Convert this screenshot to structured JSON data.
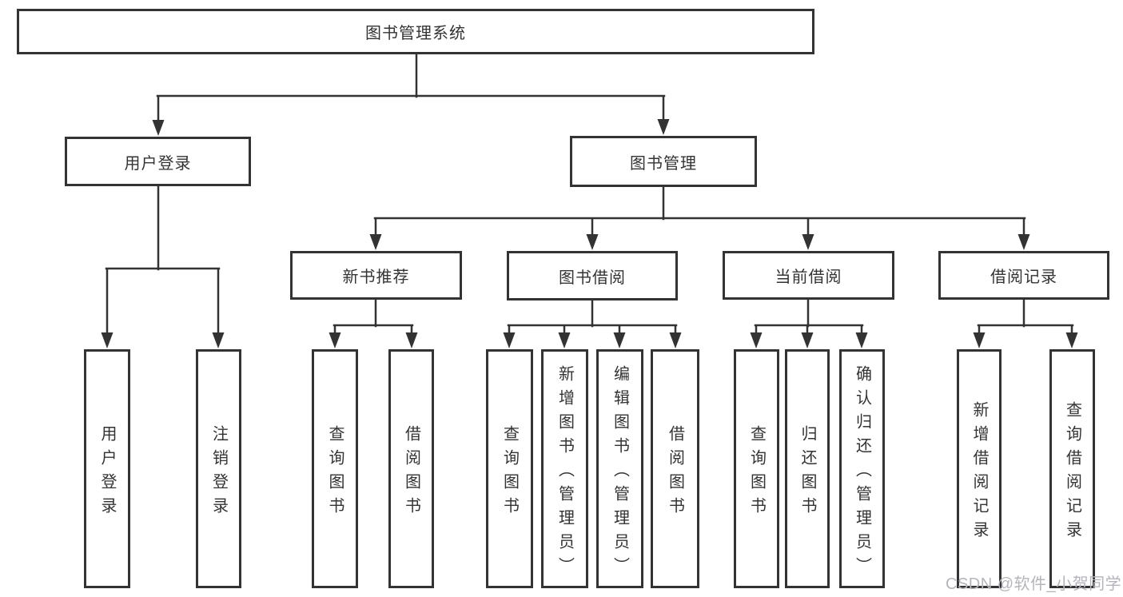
{
  "diagram": {
    "nodes": {
      "root": "图书管理系统",
      "user_login": "用户登录",
      "book_mgmt": "图书管理",
      "new_books": "新书推荐",
      "borrowing": "图书借阅",
      "current": "当前借阅",
      "records": "借阅记录",
      "ul_login": "用户登录",
      "ul_logout": "注销登录",
      "nb_query": "查询图书",
      "nb_borrow": "借阅图书",
      "bw_query": "查询图书",
      "bw_add": "新增图书（管理员）",
      "bw_edit": "编辑图书（管理员）",
      "bw_borrow": "借阅图书",
      "cb_query": "查询图书",
      "cb_return": "归还图书",
      "cb_confirm": "确认归还（管理员）",
      "rc_add": "新增借阅记录",
      "rc_query": "查询借阅记录"
    },
    "colors": {
      "line": "#333333",
      "text": "#333333",
      "box_fill": "#ffffff",
      "watermark": "#b4b4be",
      "background": "#ffffff"
    }
  },
  "watermark": "CSDN @软件_小贺同学"
}
